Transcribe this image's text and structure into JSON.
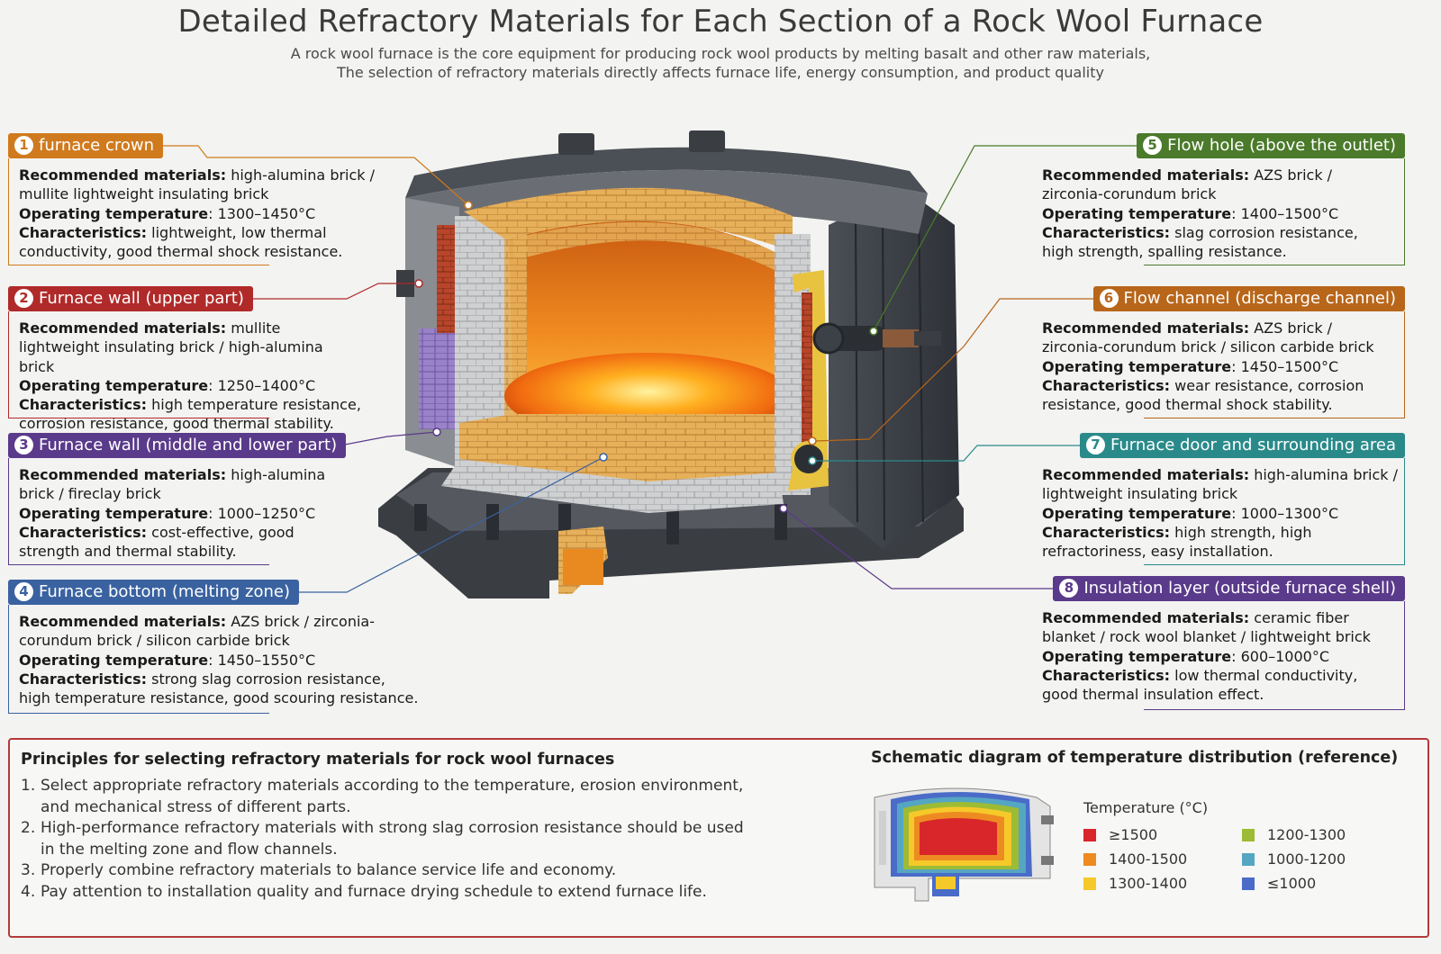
{
  "title": "Detailed Refractory Materials for Each Section of a Rock Wool Furnace",
  "subtitle_lines": [
    "A rock wool furnace is the core equipment for producing rock wool products by melting basalt and other raw materials,",
    "The selection of refractory materials directly affects furnace life, energy consumption, and product quality"
  ],
  "labels": {
    "recommended": "Recommended materials:",
    "temperature": "Operating temperature",
    "characteristics": "Characteristics:"
  },
  "sections": [
    {
      "num": "1",
      "name": "furnace crown",
      "color": "#d07a1e",
      "materials": "high-alumina brick / mullite lightweight insulating brick",
      "temperature": "1300–1450°C",
      "characteristics": "lightweight, low thermal conductivity, good thermal shock resistance."
    },
    {
      "num": "2",
      "name": "Furnace wall (upper part)",
      "color": "#b02a2a",
      "materials": "mullite lightweight insulating brick / high-alumina brick",
      "temperature": "1250–1400°C",
      "characteristics": "high temperature resistance, corrosion resistance, good thermal stability."
    },
    {
      "num": "3",
      "name": "Furnace wall (middle and lower part)",
      "color": "#5a3a8a",
      "materials": "high-alumina brick / fireclay brick",
      "temperature": "1000–1250°C",
      "characteristics": "cost-effective, good strength and thermal stability."
    },
    {
      "num": "4",
      "name": "Furnace bottom (melting zone)",
      "color": "#3a62a0",
      "materials": "AZS brick / zirconia-corundum brick / silicon carbide brick",
      "temperature": "1450–1550°C",
      "characteristics": "strong slag corrosion resistance, high temperature resistance, good scouring resistance."
    },
    {
      "num": "5",
      "name": "Flow hole (above the outlet)",
      "color": "#4a7a2a",
      "materials": "AZS brick / zirconia-corundum brick",
      "temperature": "1400–1500°C",
      "characteristics": " slag corrosion resistance, high strength, spalling resistance."
    },
    {
      "num": "6",
      "name": "Flow channel (discharge channel)",
      "color": "#b8661a",
      "materials": "AZS brick / zirconia-corundum brick / silicon carbide brick",
      "temperature": "1450–1500°C",
      "characteristics": " wear resistance, corrosion resistance, good thermal shock stability."
    },
    {
      "num": "7",
      "name": "Furnace door and surrounding area",
      "color": "#2a8a8a",
      "materials": "high-alumina brick / lightweight insulating brick",
      "temperature": "1000–1300°C",
      "characteristics": " high strength, high refractoriness, easy installation."
    },
    {
      "num": "8",
      "name": "Insulation layer (outside furnace shell)",
      "color": "#5a3a8a",
      "materials": "ceramic fiber blanket / rock wool blanket / lightweight brick",
      "temperature": "600–1000°C",
      "characteristics": " low thermal conductivity, good thermal insulation effect."
    }
  ],
  "principles": {
    "title": "Principles for selecting refractory materials for rock wool furnaces",
    "items": [
      {
        "n": "1.",
        "lines": [
          "Select appropriate refractory materials according to the temperature, erosion environment,",
          "and mechanical stress of different parts."
        ]
      },
      {
        "n": "2.",
        "lines": [
          "High-performance refractory materials with strong slag corrosion resistance should be used",
          "in the melting zone and flow channels."
        ]
      },
      {
        "n": "3.",
        "lines": [
          "Properly combine refractory materials to balance service life and economy."
        ]
      },
      {
        "n": "4.",
        "lines": [
          "Pay attention to installation quality and furnace drying schedule to extend furnace life."
        ]
      }
    ]
  },
  "schematic": {
    "title": "Schematic diagram of temperature distribution (reference)",
    "legend_title": "Temperature (°C)",
    "legend": [
      {
        "label": "≥1500",
        "color": "#d8262a"
      },
      {
        "label": "1400-1500",
        "color": "#ee8a22"
      },
      {
        "label": "1300-1400",
        "color": "#f5c92a"
      },
      {
        "label": "1200-1300",
        "color": "#9dbb34"
      },
      {
        "label": "1000-1200",
        "color": "#55a6c2"
      },
      {
        "label": "≤1000",
        "color": "#4a6cc8"
      }
    ]
  }
}
